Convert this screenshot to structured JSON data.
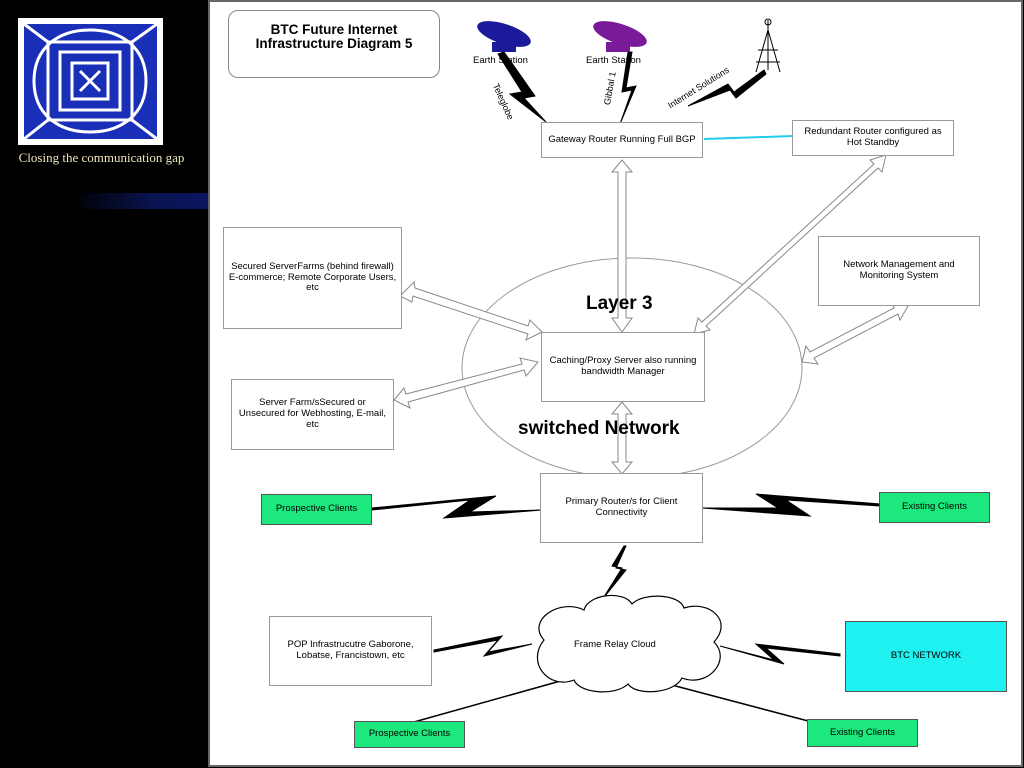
{
  "sidebar": {
    "tagline": "Closing the communication gap"
  },
  "diagram": {
    "title": "BTC Future Internet Infrastructure Diagram 5",
    "layer_label": "Layer 3",
    "network_label": "switched Network",
    "nodes": {
      "earth_station_1": "Earth Station",
      "earth_station_2": "Earth Station",
      "gateway_router": "Gateway Router Running Full BGP",
      "redundant_router": "Redundant Router configured as Hot Standby",
      "secured_serverfarms": "Secured ServerFarms (behind firewall) E-commerce; Remote Corporate Users, etc",
      "network_management": "Network Management and Monitoring System",
      "caching_proxy": "Caching/Proxy Server also running bandwidth Manager",
      "server_farm": "Server Farm/sSecured or Unsecured for Webhosting, E-mail, etc",
      "primary_router": "Primary Router/s for Client Connectivity",
      "prospective_clients_1": "Prospective Clients",
      "existing_clients_1": "Existing Clients",
      "pop_infrastructure": "POP Infrastrucutre Gaborone, Lobatse, Francistown, etc",
      "frame_relay_cloud": "Frame Relay Cloud",
      "btc_network": "BTC NETWORK",
      "prospective_clients_2": "Prospective Clients",
      "existing_clients_2": "Existing Clients"
    },
    "link_labels": {
      "teleglobe": "Teleglobe",
      "gibbal": "Gibbal 1",
      "internet_solutions": "Internet Solutions"
    },
    "colors": {
      "client_box": "#1de87e",
      "btc_box": "#1ff0f0",
      "dish_blue": "#1a1a9a",
      "dish_purple": "#7a1a9a",
      "standby_link": "#22ccee"
    }
  }
}
